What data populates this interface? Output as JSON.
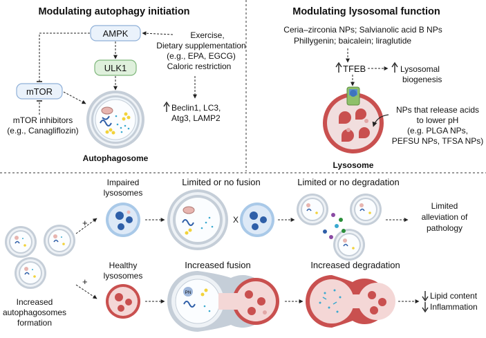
{
  "top_left": {
    "title": "Modulating autophagy initiation",
    "ampk": "AMPK",
    "ulk1": "ULK1",
    "mtor": "mTOR",
    "mtor_inhibitors": [
      "mTOR inhibitors",
      "(e.g., Canagliflozin)"
    ],
    "interventions": [
      "Exercise,",
      "Dietary supplementation",
      "(e.g., EPA, EGCG)",
      "Caloric restriction"
    ],
    "markers": [
      "Beclin1, LC3,",
      "Atg3, LAMP2"
    ],
    "autophagosome_label": "Autophagosome"
  },
  "top_right": {
    "title": "Modulating lysosomal function",
    "compounds": [
      "Ceria–zirconia NPs; Salvianolic acid B NPs",
      "Phillygenin; baicalein; liraglutide"
    ],
    "tfeb": "TFEB",
    "biogenesis": [
      "Lysosomal",
      "biogenesis"
    ],
    "nps": [
      "NPs that release acids",
      "to lower pH",
      "(e.g. PLGA NPs,",
      "PEFSU NPs, TFSA NPs)"
    ],
    "lysosome_label": "Lysosome"
  },
  "bottom": {
    "impaired": [
      "Impaired",
      "lysosomes"
    ],
    "healthy": [
      "Healthy",
      "lysosomes"
    ],
    "increased_formation": [
      "Increased",
      "autophagosomes",
      "formation"
    ],
    "limited_fusion": "Limited or no fusion",
    "limited_degradation": "Limited or no degradation",
    "limited_alleviation": [
      "Limited",
      "alleviation of",
      "pathology"
    ],
    "increased_fusion": "Increased fusion",
    "increased_degradation": "Increased degradation",
    "outcomes": [
      "Lipid content",
      "Inflammation"
    ],
    "plus": "+",
    "x_mark": "X",
    "pn_label": "PN"
  },
  "colors": {
    "node_fill": "#eaf2fb",
    "node_stroke": "#8fb0d8",
    "ulk_fill": "#dff0dc",
    "ulk_stroke": "#7db67a",
    "membrane": "#b9c4cf",
    "lysosome_red": "#c9504f",
    "lysosome_fill": "#f4d7d6",
    "impaired_blue": "#2f5fa8",
    "impaired_fill": "#dde9f7",
    "yellow": "#f2d23a",
    "cyan": "#39a9cf",
    "purple": "#8a4aa3",
    "green": "#2a8f3a"
  }
}
